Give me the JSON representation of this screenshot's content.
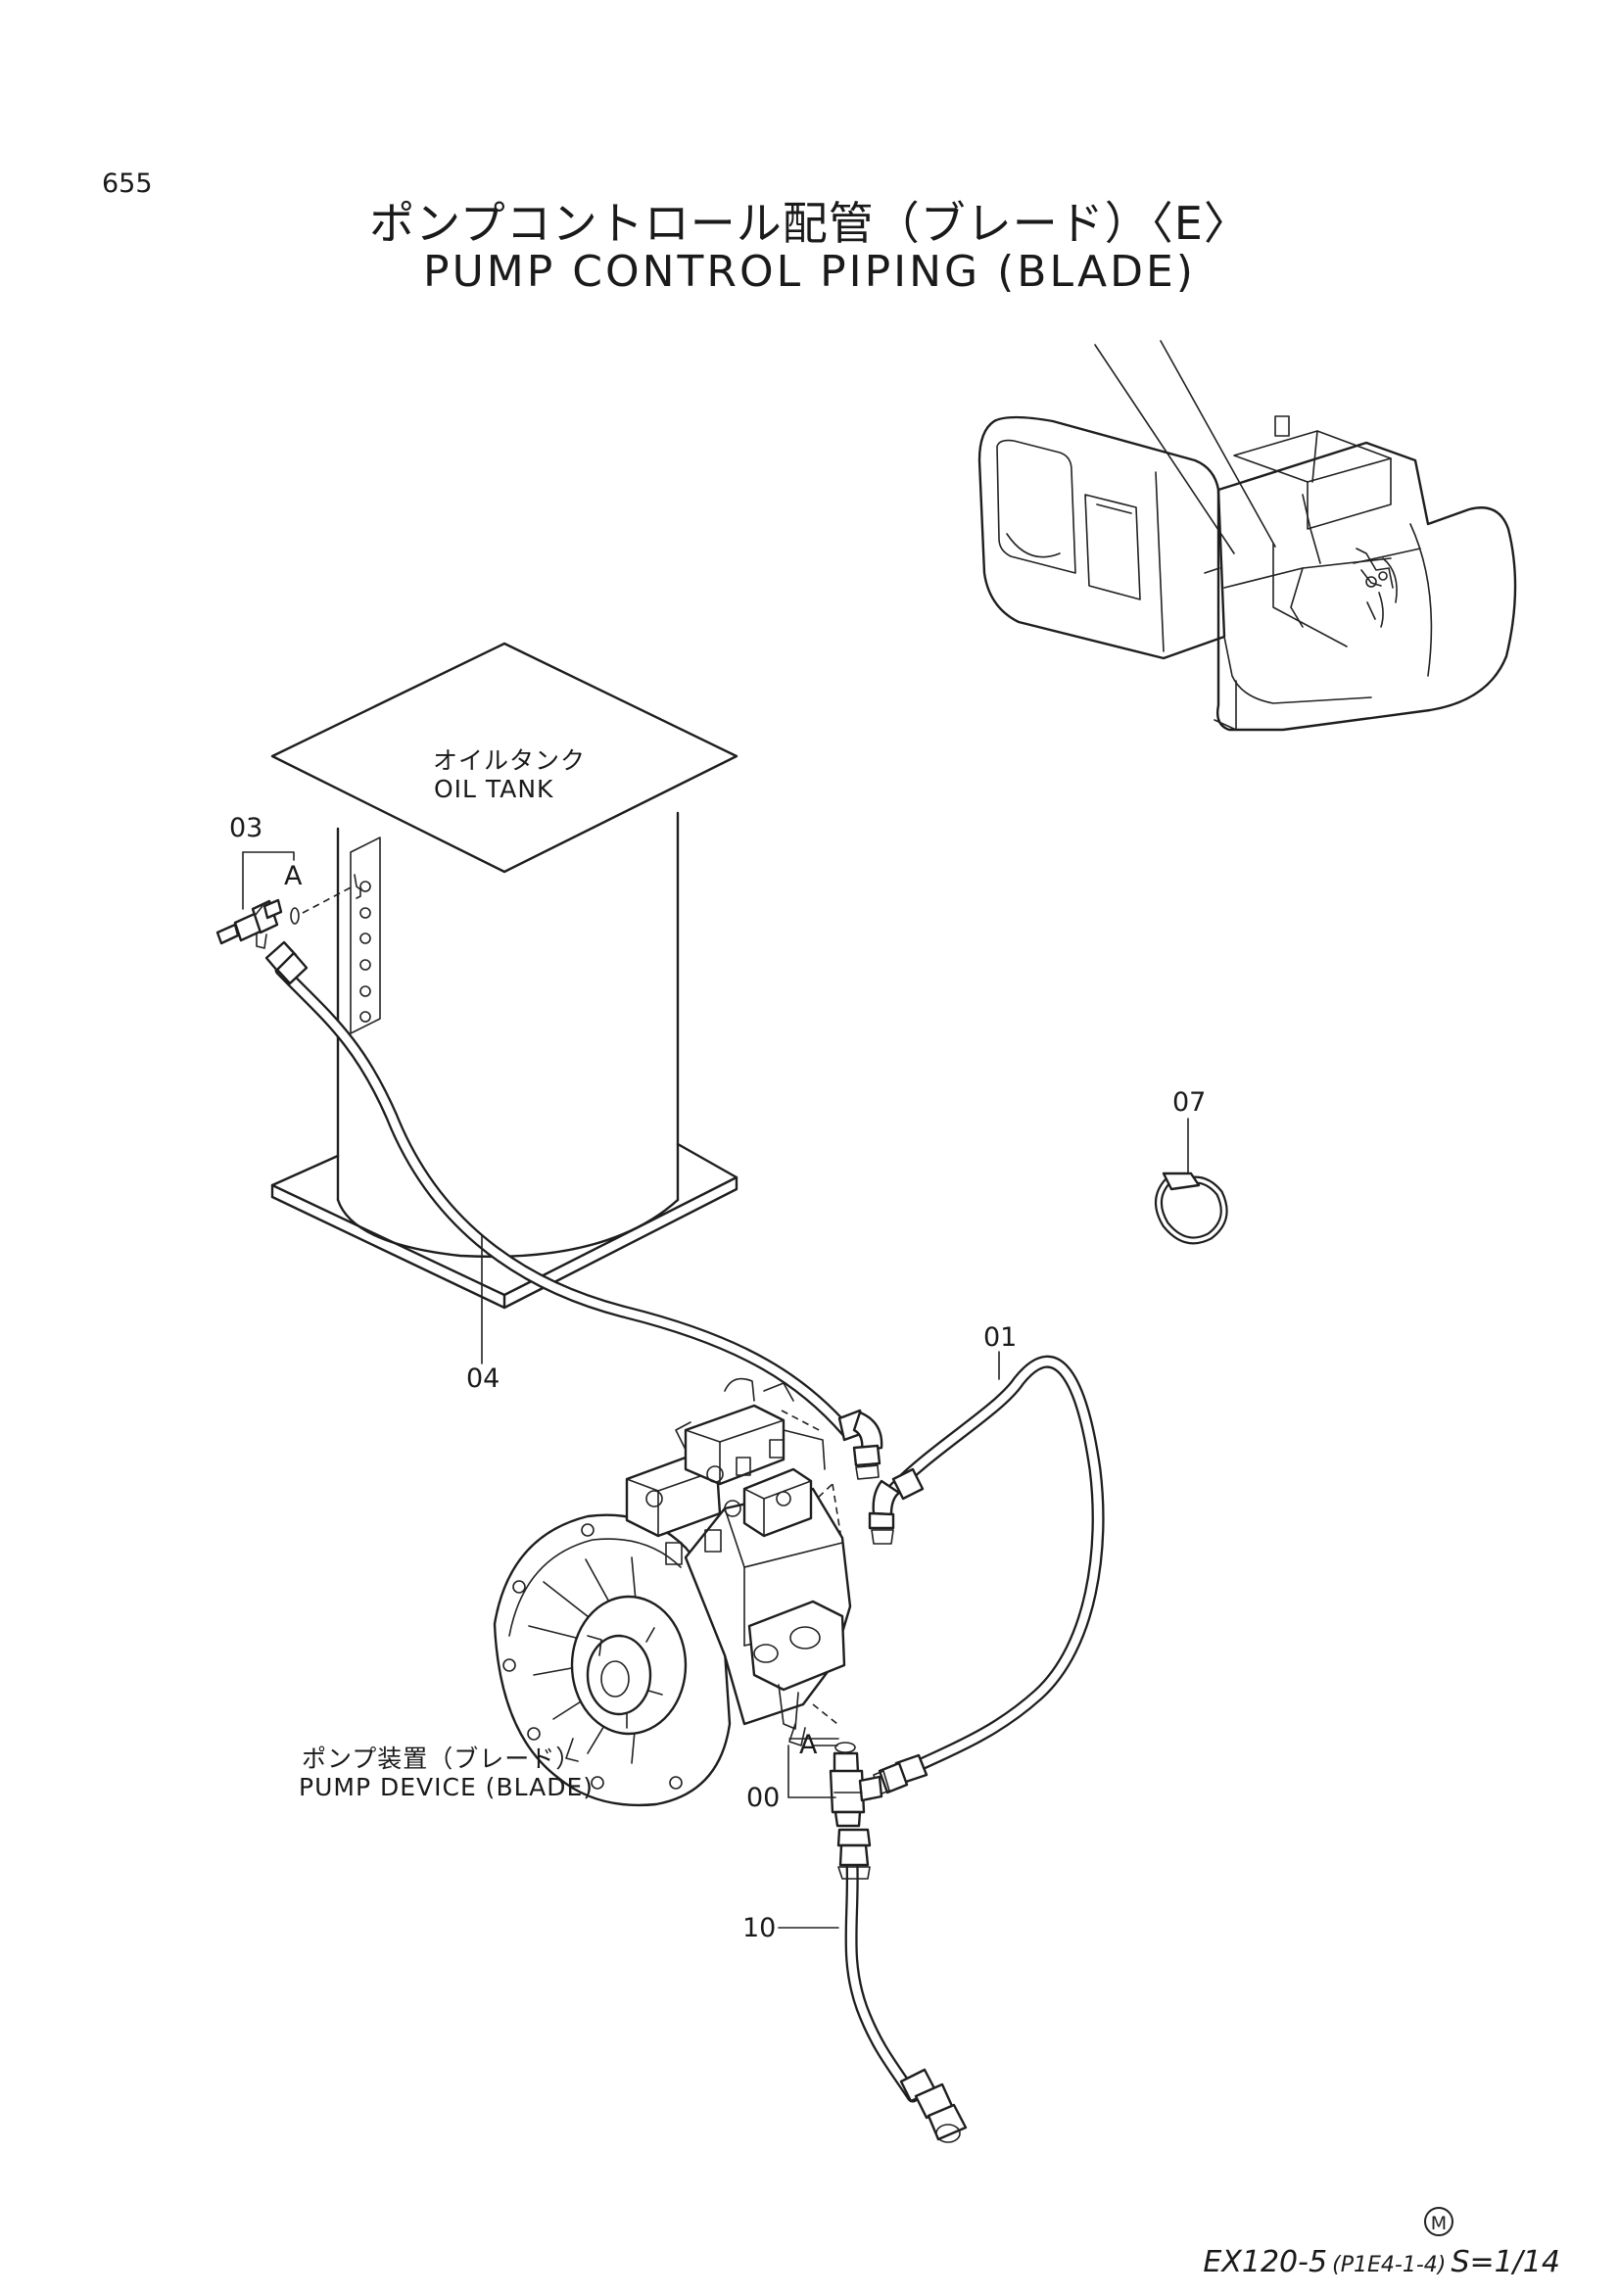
{
  "page_number": "655",
  "title_jp": "ポンプコントロール配管（ブレード）〈E〉",
  "title_en": "PUMP CONTROL PIPING (BLADE)",
  "labels": {
    "oil_tank_jp": "オイルタンク",
    "oil_tank_en": "OIL TANK",
    "pump_device_jp": "ポンプ装置（ブレード）",
    "pump_device_en": "PUMP DEVICE (BLADE)",
    "ref_a_top": "A",
    "ref_a_bottom": "A"
  },
  "callouts": {
    "p03": "03",
    "p04": "04",
    "p07": "07",
    "p01": "01",
    "p00": "00",
    "p10": "10"
  },
  "footer": {
    "mark": "M",
    "model": "EX120-5",
    "code": "(P1E4-1-4)",
    "scale": "S=1/14"
  }
}
